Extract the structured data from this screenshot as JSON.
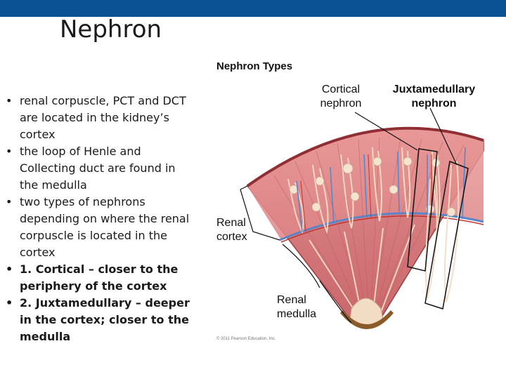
{
  "slide": {
    "title": "Nephron",
    "bullets": [
      {
        "text": "renal corpuscle, PCT and DCT are located in the kidney’s cortex",
        "bold": false
      },
      {
        "text": "the loop of Henle and Collecting duct are found in the medulla",
        "bold": false
      },
      {
        "text": "two types of nephrons depending on where the renal corpuscle is located in the cortex",
        "bold": false
      },
      {
        "text": "1. Cortical – closer to the periphery of the cortex",
        "bold": true
      },
      {
        "text": "2. Juxtamedullary – deeper in the cortex; closer to the medulla",
        "bold": true
      }
    ]
  },
  "figure": {
    "title": "Nephron Types",
    "labels": {
      "cortical": "Cortical nephron",
      "juxtamedullary": "Juxtamedullary nephron",
      "renal_cortex": "Renal cortex",
      "renal_medulla": "Renal medulla"
    },
    "credit": "© 2011 Pearson Education, Inc."
  },
  "colors": {
    "header_bar": "#0a5294",
    "tissue": "#d97b7e",
    "tissue_dark": "#b9575c",
    "vessels_blue": "#5a86c9",
    "vessels_red": "#c0342f",
    "tubules": "#f3dcc4"
  }
}
